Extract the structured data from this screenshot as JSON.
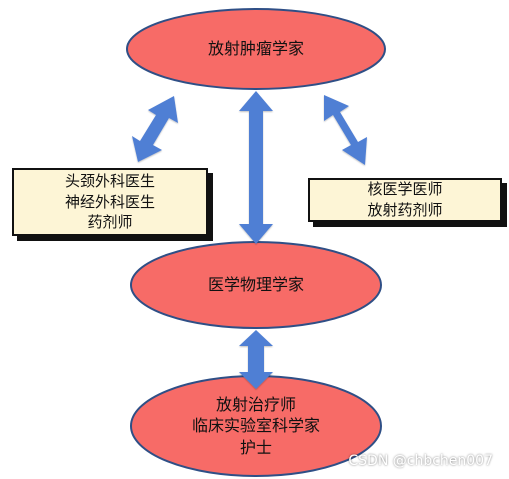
{
  "nodes": {
    "top": {
      "label": "放射肿瘤学家"
    },
    "middle": {
      "label": "医学物理学家"
    },
    "bottom": {
      "lines": [
        "放射治疗师",
        "临床实验室科学家",
        "护士"
      ]
    }
  },
  "boxes": {
    "left": {
      "lines": [
        "头颈外科医生",
        "神经外科医生",
        "药剂师"
      ]
    },
    "right": {
      "lines": [
        "核医学医师",
        "放射药剂师"
      ]
    }
  },
  "watermark": "CSDN @chbchen007",
  "colors": {
    "ellipse_fill": "#f76b67",
    "ellipse_stroke": "#2f4f86",
    "arrow_fill": "#4f7fd4",
    "box_fill": "#fdf5d6"
  }
}
